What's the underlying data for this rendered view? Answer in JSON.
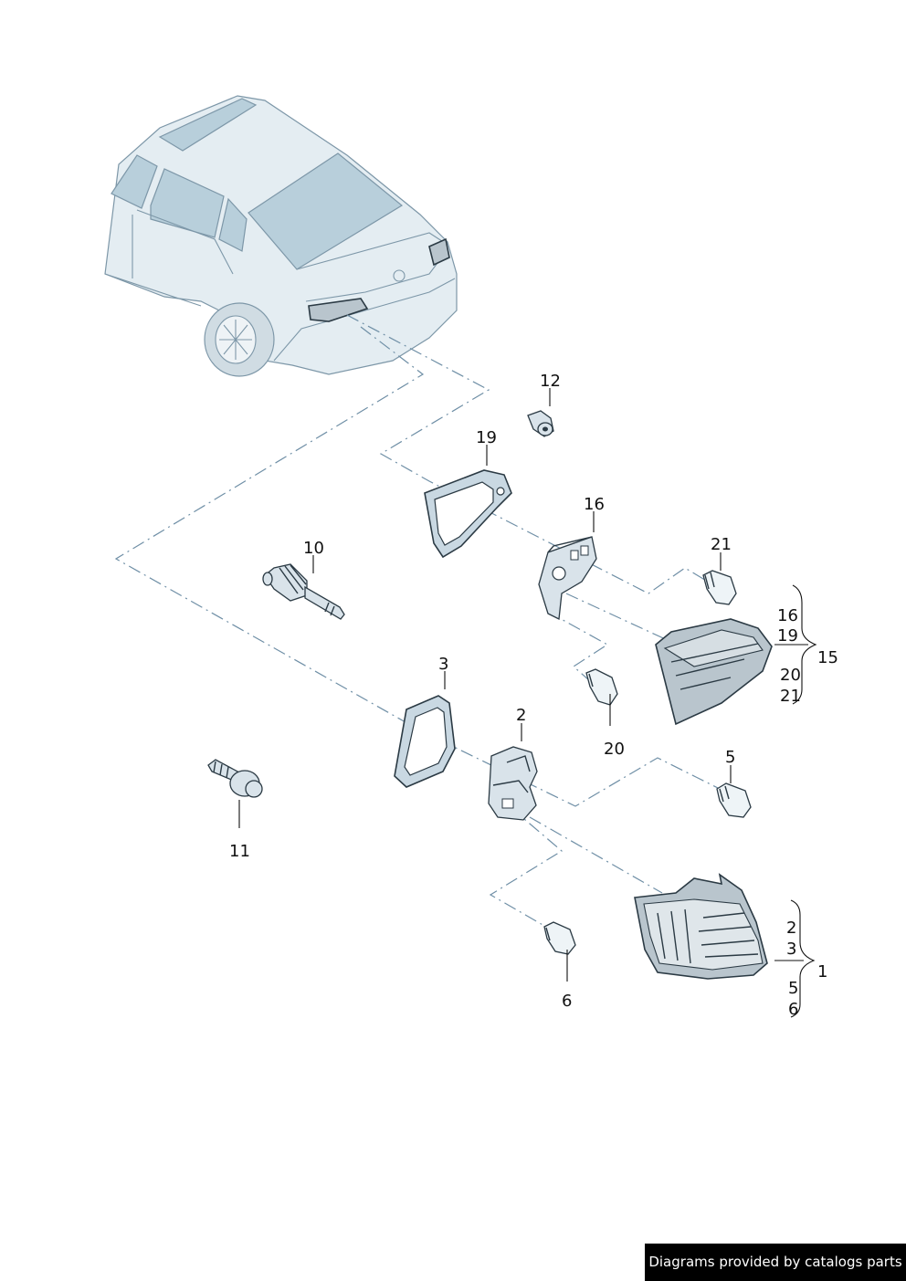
{
  "callouts": {
    "c1": "1",
    "c2": "2",
    "c3": "3",
    "c5": "5",
    "c6": "6",
    "c10": "10",
    "c11": "11",
    "c12": "12",
    "c15": "15",
    "c16": "16",
    "c19": "19",
    "c20": "20",
    "c21": "21"
  },
  "group15": {
    "label": "15",
    "items": [
      "16",
      "19",
      "20",
      "21"
    ]
  },
  "group1": {
    "label": "1",
    "items": [
      "2",
      "3",
      "5",
      "6"
    ]
  },
  "credit": "Diagrams provided by catalogs parts",
  "colors": {
    "line": "#6f8fa6",
    "part": "#2b3a44",
    "car": "#e4edf2",
    "glass": "#b8cfdb"
  }
}
